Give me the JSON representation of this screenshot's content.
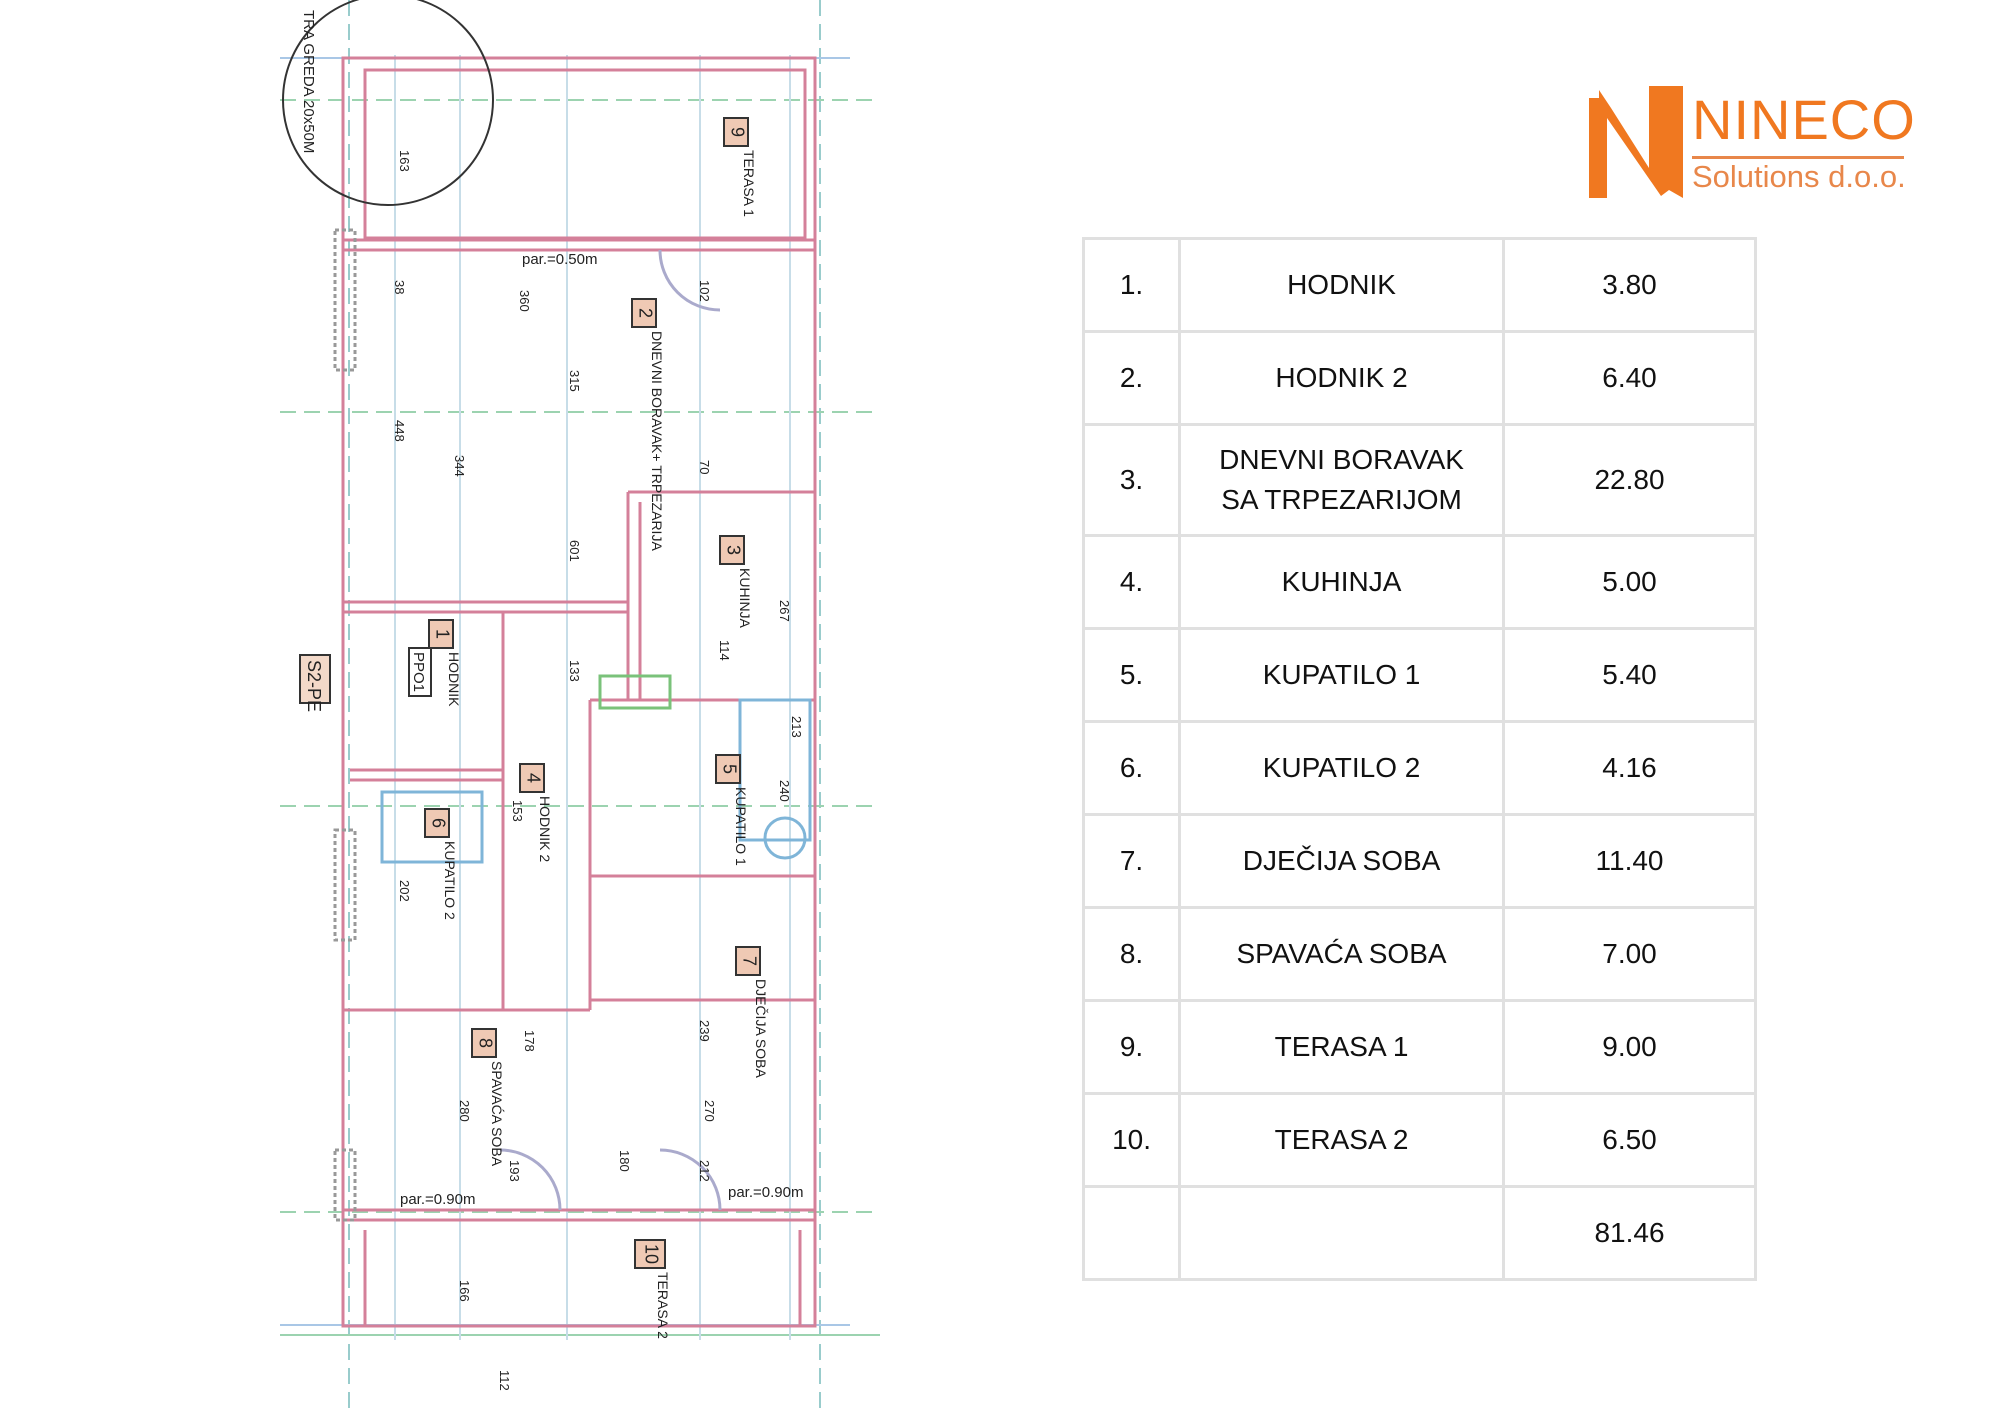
{
  "logo": {
    "brand": "NINECO",
    "subtitle": "Solutions d.o.o.",
    "color": "#f07820"
  },
  "plan": {
    "beam_note": "TRA GREDA 20x50M",
    "rooms": [
      {
        "num": "1",
        "name": "HODNIK"
      },
      {
        "num": "2",
        "name": "DNEVNI BORAVAK+ TRPEZARIJA"
      },
      {
        "num": "3",
        "name": "KUHINJA"
      },
      {
        "num": "4",
        "name": "HODNIK 2"
      },
      {
        "num": "5",
        "name": "KUPATILO 1"
      },
      {
        "num": "6",
        "name": "KUPATILO 2"
      },
      {
        "num": "7",
        "name": "DJEČIJA SOBA"
      },
      {
        "num": "8",
        "name": "SPAVAĆA SOBA"
      },
      {
        "num": "9",
        "name": "TERASA 1"
      },
      {
        "num": "10",
        "name": "TERASA 2"
      }
    ],
    "tags": {
      "s2pe": "S2-PE",
      "ppo": "PPO1"
    },
    "parapets": [
      "par.=0.50m",
      "par.=0.90m",
      "par.=0.90m"
    ],
    "dims": [
      "163",
      "360",
      "315",
      "448",
      "344",
      "601",
      "133",
      "153",
      "202",
      "280",
      "239",
      "270",
      "267",
      "240",
      "213",
      "166",
      "112",
      "38",
      "102",
      "114",
      "178",
      "212",
      "193",
      "180",
      "70"
    ]
  },
  "table": {
    "rows": [
      {
        "no": "1.",
        "name": "HODNIK",
        "area": "3.80"
      },
      {
        "no": "2.",
        "name": "HODNIK 2",
        "area": "6.40"
      },
      {
        "no": "3.",
        "name": "DNEVNI BORAVAK",
        "name2": "SA TRPEZARIJOM",
        "area": "22.80"
      },
      {
        "no": "4.",
        "name": "KUHINJA",
        "area": "5.00"
      },
      {
        "no": "5.",
        "name": "KUPATILO 1",
        "area": "5.40"
      },
      {
        "no": "6.",
        "name": "KUPATILO 2",
        "area": "4.16"
      },
      {
        "no": "7.",
        "name": "DJEČIJA SOBA",
        "area": "11.40"
      },
      {
        "no": "8.",
        "name": "SPAVAĆA SOBA",
        "area": "7.00"
      },
      {
        "no": "9.",
        "name": "TERASA 1",
        "area": "9.00"
      },
      {
        "no": "10.",
        "name": "TERASA 2",
        "area": "6.50"
      }
    ],
    "total": "81.46"
  }
}
